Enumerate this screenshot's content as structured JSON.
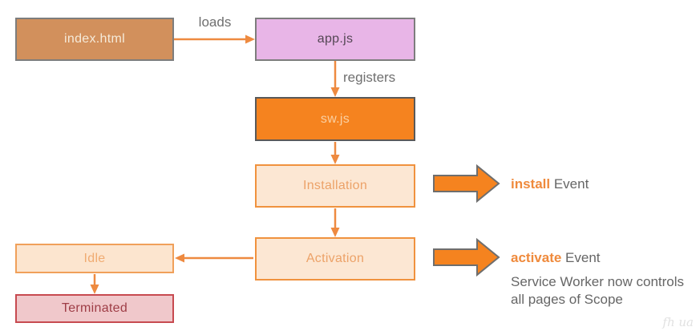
{
  "nodes": {
    "index_html": "index.html",
    "app_js": "app.js",
    "sw_js": "sw.js",
    "installation": "Installation",
    "activation": "Activation",
    "idle": "Idle",
    "terminated": "Terminated"
  },
  "edge_labels": {
    "loads": "loads",
    "registers": "registers"
  },
  "annotations": {
    "install_keyword": "install",
    "install_rest": " Event",
    "activate_keyword": "activate",
    "activate_rest": " Event",
    "scope_line1": "Service Worker now controls",
    "scope_line2": "all pages of Scope"
  },
  "watermark": "fh ua",
  "colors": {
    "accent_orange": "#f5831f",
    "arrow_orange": "#ee8a40",
    "cream_fill": "#fce7d3",
    "tan_fill": "#d2905c",
    "purple_fill": "#e8b5e7",
    "pink_fill": "#f0c8cb",
    "red_border": "#c74a50",
    "gray_text": "#666666"
  }
}
